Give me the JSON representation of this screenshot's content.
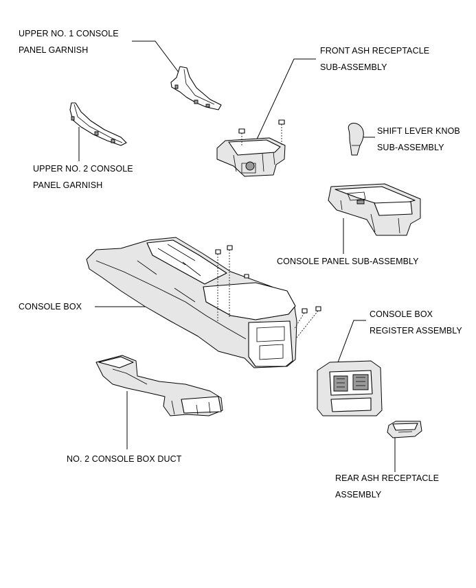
{
  "diagram": {
    "parts": [
      {
        "id": "upper-no1-garnish",
        "lines": [
          "UPPER NO. 1 CONSOLE",
          "PANEL GARNISH"
        ]
      },
      {
        "id": "front-ash-receptacle",
        "lines": [
          "FRONT ASH RECEPTACLE",
          "SUB-ASSEMBLY"
        ]
      },
      {
        "id": "shift-lever-knob",
        "lines": [
          "SHIFT LEVER KNOB",
          "SUB-ASSEMBLY"
        ]
      },
      {
        "id": "upper-no2-garnish",
        "lines": [
          "UPPER NO. 2 CONSOLE",
          "PANEL GARNISH"
        ]
      },
      {
        "id": "console-panel",
        "lines": [
          "CONSOLE PANEL SUB-ASSEMBLY"
        ]
      },
      {
        "id": "console-box",
        "lines": [
          "CONSOLE BOX"
        ]
      },
      {
        "id": "console-box-register",
        "lines": [
          "CONSOLE BOX",
          "REGISTER ASSEMBLY"
        ]
      },
      {
        "id": "no2-console-box-duct",
        "lines": [
          "NO. 2 CONSOLE BOX DUCT"
        ]
      },
      {
        "id": "rear-ash-receptacle",
        "lines": [
          "REAR ASH RECEPTACLE",
          "ASSEMBLY"
        ]
      }
    ]
  }
}
